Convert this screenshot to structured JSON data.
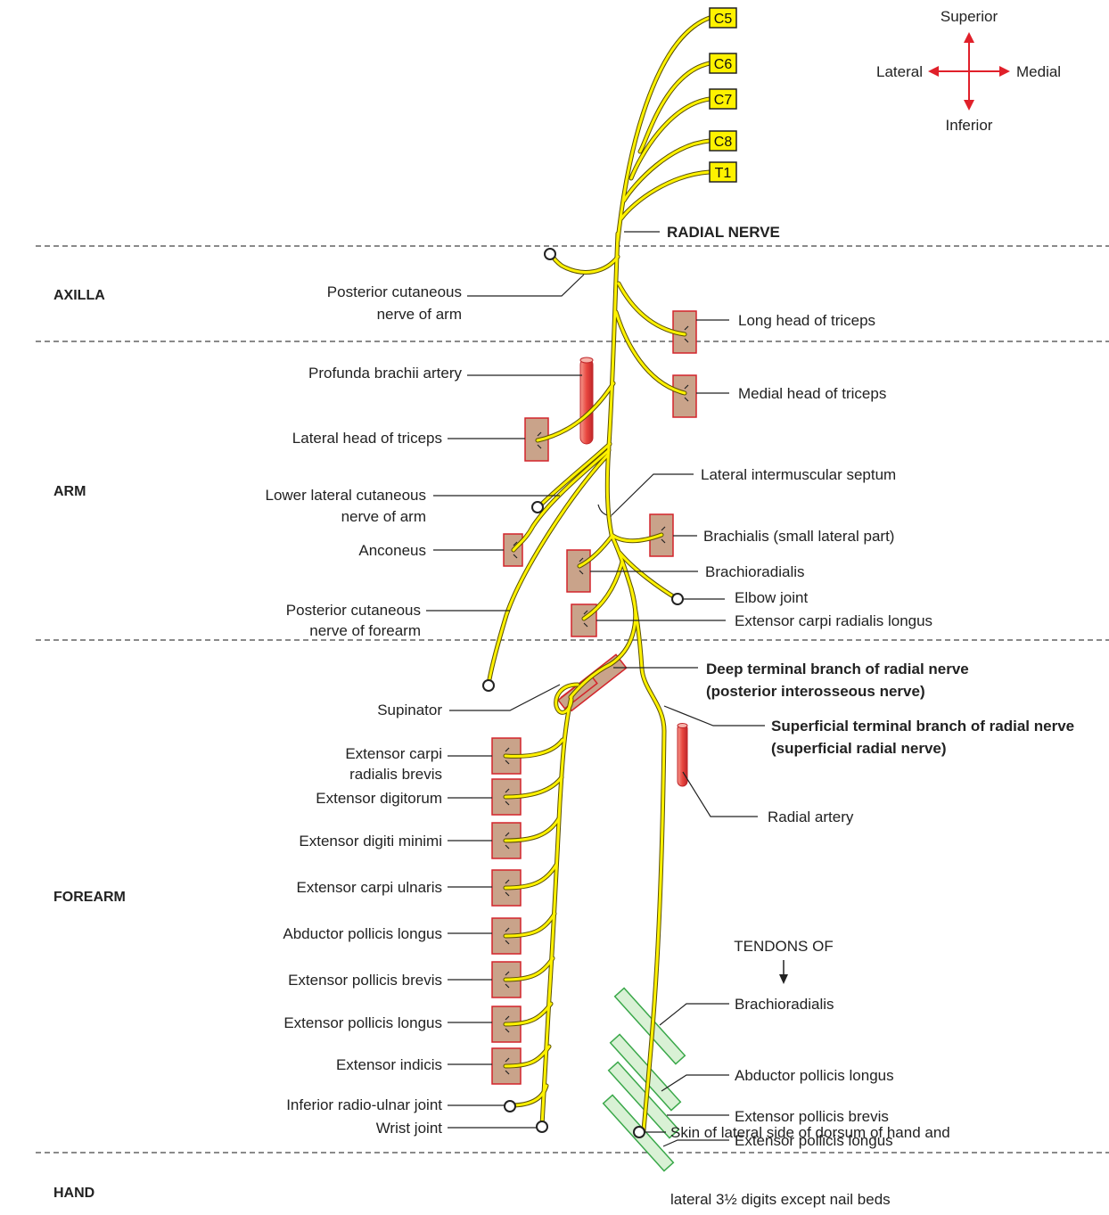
{
  "regions": {
    "axilla": "AXILLA",
    "arm": "ARM",
    "forearm": "FOREARM",
    "hand": "HAND"
  },
  "roots": {
    "c5": "C5",
    "c6": "C6",
    "c7": "C7",
    "c8": "C8",
    "t1": "T1"
  },
  "orientation": {
    "superior": "Superior",
    "inferior": "Inferior",
    "lateral": "Lateral",
    "medial": "Medial"
  },
  "nerve_title": "RADIAL NERVE",
  "labels": {
    "post_cut_arm_1": "Posterior cutaneous",
    "post_cut_arm_2": "nerve of arm",
    "long_head": "Long head of triceps",
    "profunda": "Profunda brachii artery",
    "medial_head": "Medial head of triceps",
    "lateral_head": "Lateral head of triceps",
    "lat_intermusc": "Lateral intermuscular septum",
    "lower_lat_cut_1": "Lower lateral cutaneous",
    "lower_lat_cut_2": "nerve of arm",
    "brachialis": "Brachialis (small lateral part)",
    "anconeus": "Anconeus",
    "brachioradialis": "Brachioradialis",
    "elbow_joint": "Elbow joint",
    "post_cut_forearm_1": "Posterior cutaneous",
    "post_cut_forearm_2": "nerve of forearm",
    "ecrl": "Extensor carpi radialis longus",
    "deep_branch_1": "Deep terminal branch of radial nerve",
    "deep_branch_2": "(posterior interosseous nerve)",
    "supinator": "Supinator",
    "superficial_branch_1": "Superficial terminal branch of radial nerve",
    "superficial_branch_2": "(superficial radial nerve)",
    "ecrb_1": "Extensor carpi",
    "ecrb_2": "radialis brevis",
    "radial_artery": "Radial artery",
    "ext_digitorum": "Extensor digitorum",
    "ext_digiti_minimi": "Extensor digiti minimi",
    "ecu": "Extensor carpi ulnaris",
    "apl": "Abductor pollicis longus",
    "tendons_of": "TENDONS OF",
    "epb": "Extensor pollicis brevis",
    "tendon_brachioradialis": "Brachioradialis",
    "epl": "Extensor pollicis longus",
    "tendon_apl": "Abductor pollicis longus",
    "ext_indicis": "Extensor indicis",
    "tendon_epb": "Extensor pollicis brevis",
    "inf_radioulnar": "Inferior radio-ulnar joint",
    "tendon_epl": "Extensor pollicis longus",
    "wrist_joint": "Wrist joint",
    "skin_1": "Skin of lateral side of dorsum of hand and",
    "skin_2": "lateral 3½ digits except nail beds"
  },
  "colors": {
    "nerve": "#fff200",
    "nerve_outline": "#5a5000",
    "muscle": "#c9a38a",
    "muscle_border": "#d3242b",
    "artery": "#e8473f",
    "tendon": "#d9f1d5",
    "tendon_border": "#3aa84a",
    "orientation_arrows": "#e0202a",
    "root_box": "#fff200"
  }
}
